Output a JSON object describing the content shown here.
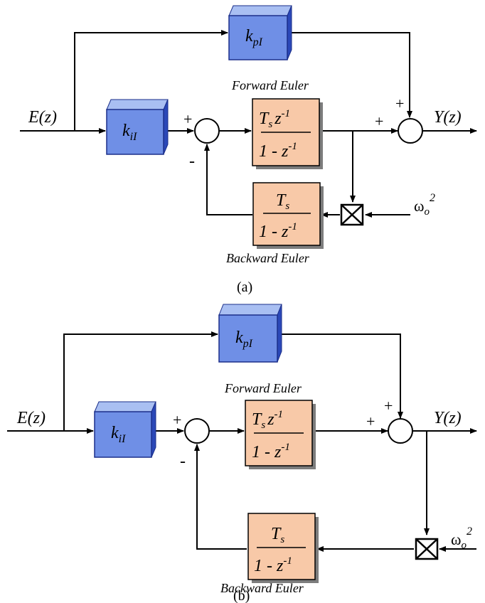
{
  "colors": {
    "gain_front": "#6f8fe6",
    "gain_side": "#2b48b8",
    "gain_top": "#a9bff2",
    "tf_front": "#f8c9a8",
    "tf_shadow": "#7d7d7d",
    "line": "#000000"
  },
  "diagram_a": {
    "input_label": "E(z)",
    "output_label": "Y(z)",
    "kp_label": "k",
    "kp_sub": "pI",
    "ki_label": "k",
    "ki_sub": "iI",
    "forward_title": "Forward Euler",
    "backward_title": "Backward Euler",
    "fwd_num_T": "T",
    "fwd_num_s": "s",
    "fwd_num_z": "z",
    "fwd_num_exp": "-1",
    "fwd_den": "1 - z",
    "fwd_den_exp": "-1",
    "bwd_num_T": "T",
    "bwd_num_s": "s",
    "bwd_den": "1 - z",
    "bwd_den_exp": "-1",
    "omega": "ω",
    "omega_sub": "o",
    "omega_sup": "2",
    "sum1_plus": "+",
    "sum1_minus": "-",
    "sum2_plus_left": "+",
    "sum2_plus_top": "+",
    "caption": "(a)"
  },
  "diagram_b": {
    "input_label": "E(z)",
    "output_label": "Y(z)",
    "kp_label": "k",
    "kp_sub": "pI",
    "ki_label": "k",
    "ki_sub": "iI",
    "forward_title": "Forward Euler",
    "backward_title": "Backward Euler",
    "fwd_num_T": "T",
    "fwd_num_s": "s",
    "fwd_num_z": "z",
    "fwd_num_exp": "-1",
    "fwd_den": "1 - z",
    "fwd_den_exp": "-1",
    "bwd_num_T": "T",
    "bwd_num_s": "s",
    "bwd_den": "1 - z",
    "bwd_den_exp": "-1",
    "omega": "ω",
    "omega_sub": "o",
    "omega_sup": "2",
    "sum1_plus": "+",
    "sum1_minus": "-",
    "sum2_plus_left": "+",
    "sum2_plus_top": "+",
    "caption": "(b)"
  }
}
